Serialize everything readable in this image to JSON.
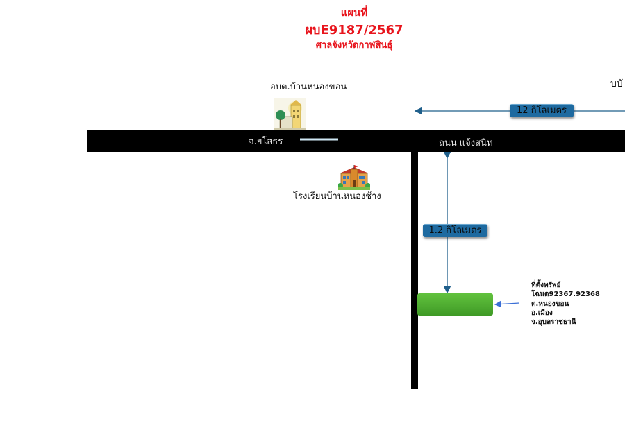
{
  "header": {
    "title_line1": "แผนที่",
    "title_line2": "ผบE9187/2567",
    "title_line3": "ศาลจังหวัดกาฬสินธุ์"
  },
  "landmarks": {
    "org_office": "อบต.บ้านหนองขอน",
    "east_partial": "บบั",
    "school": "โรงเรียนบ้านหนองช้าง"
  },
  "roads": {
    "direction_west": "จ.ยโสธร",
    "road_name": "ถนน แจ้งสนิท"
  },
  "distances": {
    "main_road": "12 กิโลเมตร",
    "side_road": "1.2 กิโลเมตร"
  },
  "property": {
    "line1": "ที่ตั้งทรัพย์",
    "line2": "โฉนด92367.92368",
    "line3": "ต.หนองขอน",
    "line4": "อ.เมือง",
    "line5": "จ.อุบลราชธานี"
  },
  "colors": {
    "title": "#e8141c",
    "road": "#000000",
    "badge": "#1e6aa0",
    "property_marker": "#4caf2f",
    "arrow": "#1f5f8b"
  },
  "icons": {
    "org_office": "government-building-icon",
    "school": "school-building-icon"
  }
}
